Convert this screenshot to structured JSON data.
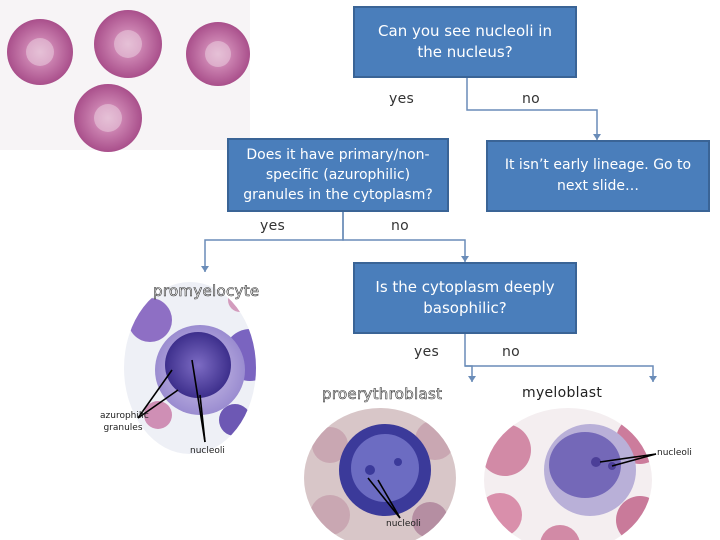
{
  "boxes": {
    "q1": "Can you see nucleoli in the nucleus?",
    "q2": "Does it have primary/non-specific (azurophilic) granules in the cytoplasm?",
    "r1": "It isn’t early lineage. Go to next slide…",
    "q3": "Is the cytoplasm deeply basophilic?"
  },
  "branches": {
    "q1_yes": "yes",
    "q1_no": "no",
    "q2_yes": "yes",
    "q2_no": "no",
    "q3_yes": "yes",
    "q3_no": "no"
  },
  "cells": {
    "promyelocyte": "promyelocyte",
    "proerythroblast": "proerythroblast",
    "myeloblast": "myeloblast"
  },
  "annotations": {
    "azurophilic": "azurophilic granules",
    "nucleoli_1": "nucleoli",
    "nucleoli_2": "nucleoli",
    "nucleoli_3": "nucleoli"
  },
  "colors": {
    "box_fill": "#4a7ebb",
    "box_border": "#3a6496",
    "connector": "#6a8cb8"
  }
}
